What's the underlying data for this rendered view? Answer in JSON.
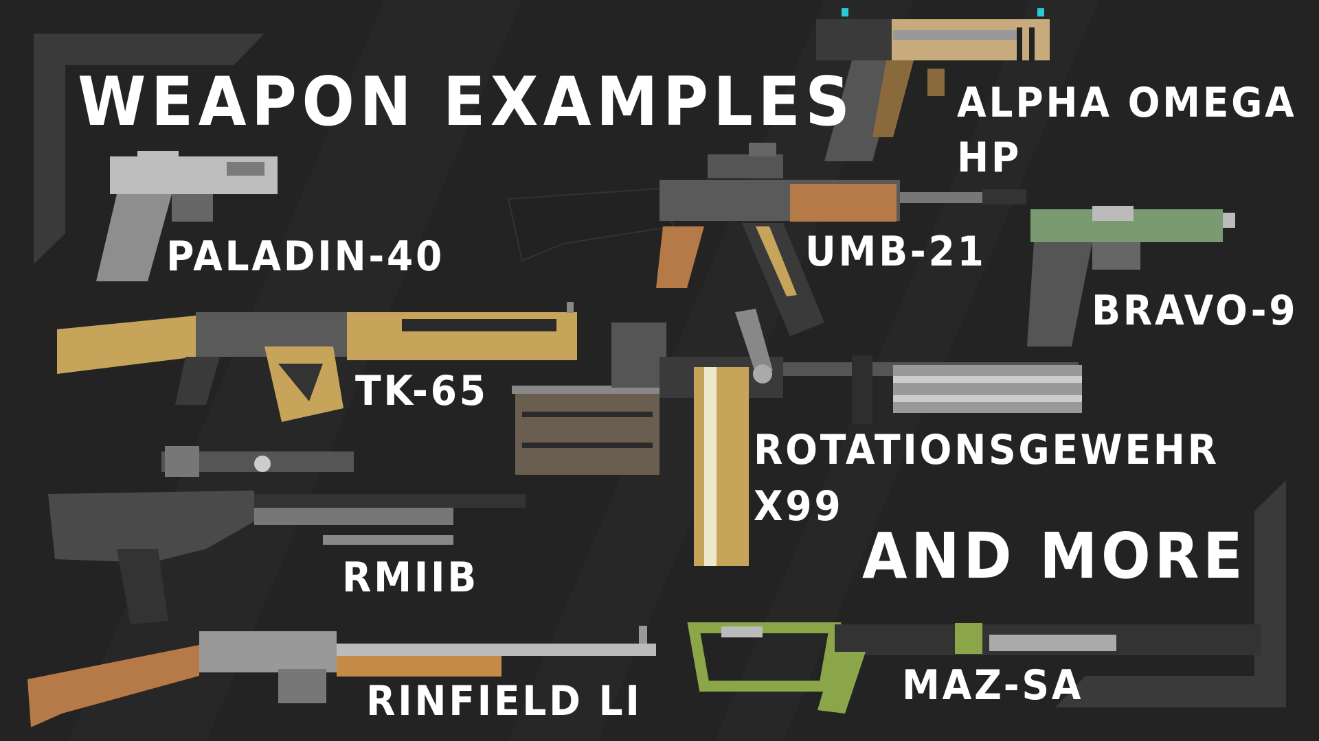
{
  "title": "WEAPON EXAMPLES",
  "footer": "AND MORE",
  "weapons": [
    {
      "name_line1": "ALPHA OMEGA",
      "name_line2": "HP"
    },
    {
      "name": "PALADIN-40"
    },
    {
      "name": "UMB-21"
    },
    {
      "name": "BRAVO-9"
    },
    {
      "name": "TK-65"
    },
    {
      "name_line1": "ROTATIONSGEWEHR",
      "name_line2": "X99"
    },
    {
      "name": "RMIIB"
    },
    {
      "name": "RINFIELD LI"
    },
    {
      "name": "MAZ-SA"
    }
  ],
  "colors": {
    "background": "#232323",
    "text": "#ffffff",
    "bracket": "#3a3a3a"
  }
}
